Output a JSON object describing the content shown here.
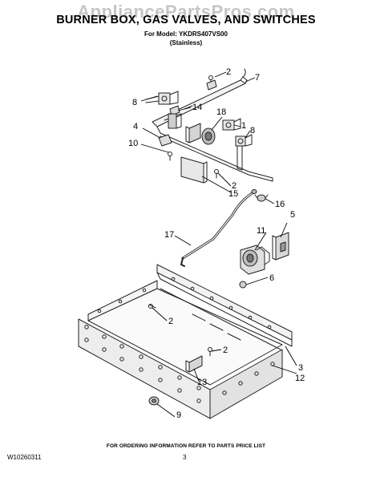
{
  "watermark": "AppliancePartsPros.com",
  "header": {
    "title": "BURNER BOX, GAS VALVES, AND SWITCHES",
    "model_line": "For Model: YKDRS407VS00",
    "finish": "(Stainless)"
  },
  "footer": {
    "ordering_note": "FOR ORDERING INFORMATION REFER TO PARTS PRICE LIST",
    "doc_number": "W10260311",
    "page_number": "3"
  },
  "callouts": {
    "c2a": "2",
    "c7": "7",
    "c8a": "8",
    "c14": "14",
    "c18": "18",
    "c4": "4",
    "c1": "1",
    "c8b": "8",
    "c10": "10",
    "c2b": "2",
    "c15": "15",
    "c16": "16",
    "c5": "5",
    "c17": "17",
    "c11": "11",
    "c6": "6",
    "c2c": "2",
    "c2d": "2",
    "c3": "3",
    "c12": "12",
    "c13": "13",
    "c9": "9"
  }
}
